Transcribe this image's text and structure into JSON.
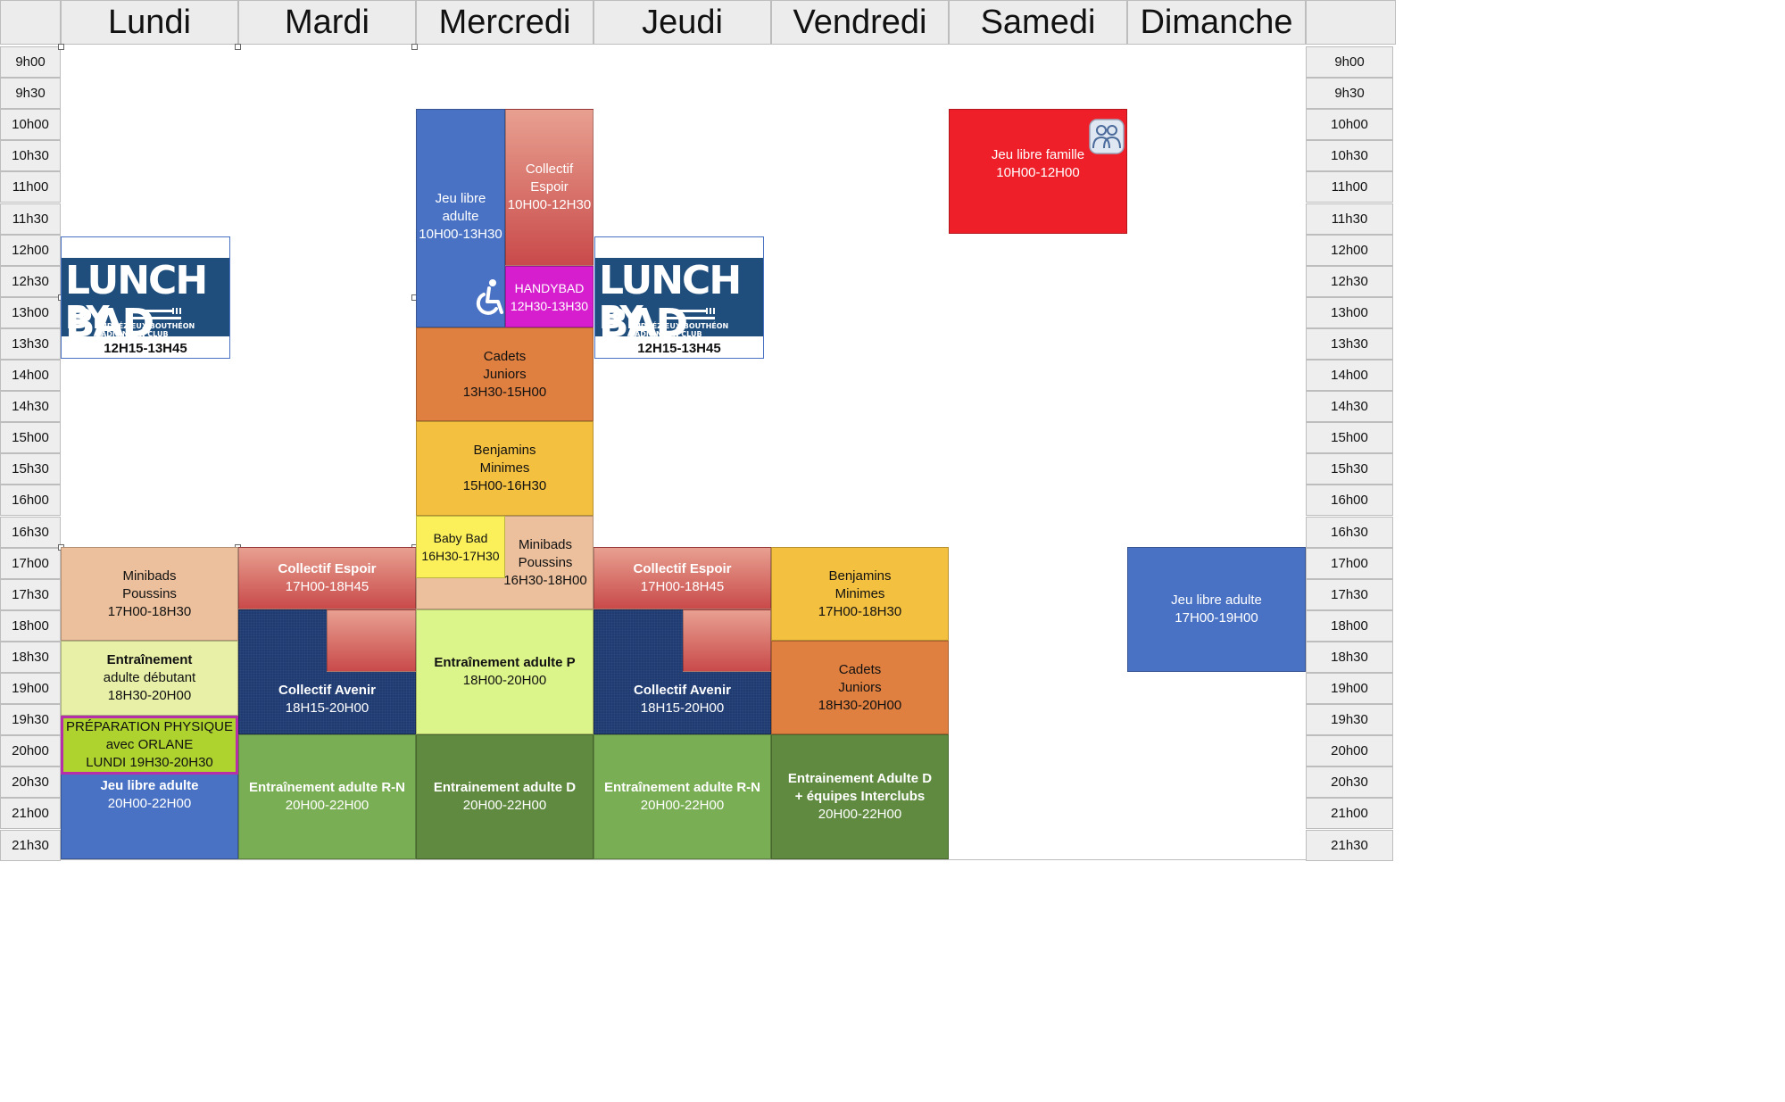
{
  "days": [
    "Lundi",
    "Mardi",
    "Mercredi",
    "Jeudi",
    "Vendredi",
    "Samedi",
    "Dimanche"
  ],
  "times": [
    "9h00",
    "9h30",
    "10h00",
    "10h30",
    "11h00",
    "11h30",
    "12h00",
    "12h30",
    "13h00",
    "13h30",
    "14h00",
    "14h30",
    "15h00",
    "15h30",
    "16h00",
    "16h30",
    "17h00",
    "17h30",
    "18h00",
    "18h30",
    "19h00",
    "19h30",
    "20h00",
    "20h30",
    "21h00",
    "21h30"
  ],
  "lunch": {
    "line1": "LUNCH BAD",
    "line2": "BY",
    "club": "ANDRÉZIEUX-BOUTHÉON BADMINTON CLUB",
    "time": "12H15-13H45"
  },
  "events": {
    "mer_jeu_libre": [
      "Jeu libre",
      "adulte",
      "10H00-13H30"
    ],
    "mer_collectif_espoir": [
      "Collectif",
      "Espoir",
      "10H00-12H30"
    ],
    "mer_handybad": [
      "HANDYBAD",
      "12H30-13H30"
    ],
    "mer_cadets": [
      "Cadets",
      "Juniors",
      "13H30-15H00"
    ],
    "mer_benjamins": [
      "Benjamins",
      "Minimes",
      "15H00-16H30"
    ],
    "mer_babybad": [
      "Baby Bad",
      "16H30-17H30"
    ],
    "mer_minibads": [
      "Minibads",
      "Poussins",
      "16H30-18H00"
    ],
    "mer_entr_p": [
      "Entraînement adulte P",
      "18H00-20H00"
    ],
    "mer_entr_d": [
      "Entrainement adulte D",
      "20H00-22H00"
    ],
    "lun_minibads": [
      "Minibads",
      "Poussins",
      "17H00-18H30"
    ],
    "lun_entr_deb": [
      "Entraînement",
      "adulte débutant",
      "18H30-20H00"
    ],
    "lun_prep": [
      "PRÉPARATION PHYSIQUE",
      "avec ORLANE",
      "LUNDI 19H30-20H30"
    ],
    "lun_jeu_libre": [
      "Jeu libre adulte",
      "20H00-22H00"
    ],
    "mar_collectif_espoir": [
      "Collectif Espoir",
      "17H00-18H45"
    ],
    "mar_collectif_avenir": [
      "Collectif Avenir",
      "18H15-20H00"
    ],
    "mar_entr_rn": [
      "Entraînement adulte R-N",
      "20H00-22H00"
    ],
    "jeu_collectif_espoir": [
      "Collectif Espoir",
      "17H00-18H45"
    ],
    "jeu_collectif_avenir": [
      "Collectif Avenir",
      "18H15-20H00"
    ],
    "jeu_entr_rn": [
      "Entraînement adulte R-N",
      "20H00-22H00"
    ],
    "ven_benjamins": [
      "Benjamins",
      "Minimes",
      "17H00-18H30"
    ],
    "ven_cadets": [
      "Cadets",
      "Juniors",
      "18H30-20H00"
    ],
    "ven_entr_d": [
      "Entrainement Adulte D",
      "+ équipes Interclubs",
      "20H00-22H00"
    ],
    "sam_famille": [
      "Jeu libre famille",
      "10H00-12H00"
    ],
    "dim_jeu_libre": [
      "Jeu libre adulte",
      "17H00-19H00"
    ]
  },
  "colors": {
    "blue": "#4a72c4",
    "red": "#ee1f29",
    "magenta": "#d61ecf",
    "orange": "#e08040",
    "yellow": "#f4c040",
    "navy": "#1f3b72",
    "green": "#7aae54",
    "darkgreen": "#5f8a3f",
    "lunch_blue": "#1f4e7d"
  },
  "icons": [
    "wheelchair-icon",
    "family-icon",
    "fork-knife-icon"
  ]
}
